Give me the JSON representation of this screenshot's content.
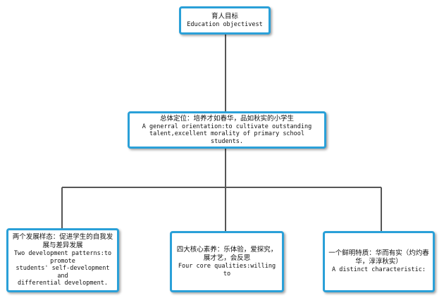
{
  "diagram": {
    "root": {
      "zh": "育人目标",
      "en": "Education objectivest"
    },
    "center": {
      "zh": "总体定位：培养才如春华，品如秋实的小学生",
      "en": "A generral orientation:to cultivate outstanding\ntalent,excellent morality of primary school students."
    },
    "children": [
      {
        "zh": "两个发展样态：促进学生的自我发展与差异发展",
        "en": "Two development patterns:to promote\nstudents' self-development and\ndifferential development."
      },
      {
        "zh": "四大核心素养：乐体验，爱探究，展才艺，会反思",
        "en": "Four core qualities:willing to"
      },
      {
        "zh": "一个鲜明特质：华而有实（灼灼春华，淳淳秋实）",
        "en": "A distinct characteristic:"
      }
    ]
  },
  "colors": {
    "node_border": "#2aa0d8",
    "connector": "#555555",
    "text": "#111111"
  }
}
